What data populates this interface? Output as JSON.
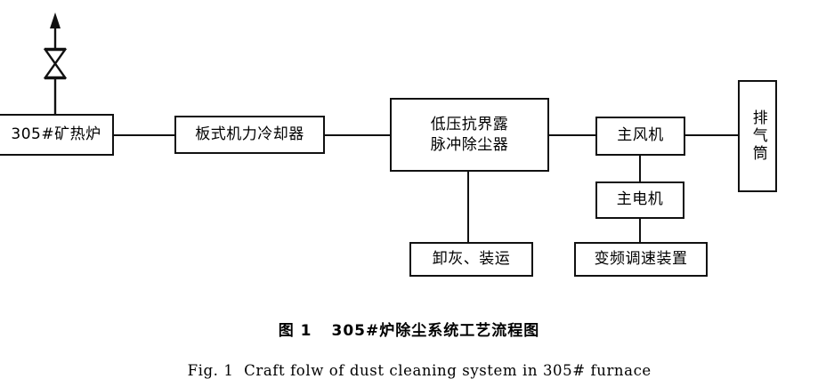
{
  "diagram": {
    "title_cn_fig_no": "图 1",
    "title_cn_text": "305#炉除尘系统工艺流程图",
    "title_en": "Fig. 1  Craft folw of dust cleaning system in 305# furnace",
    "line_color": "#111111",
    "background_color": "#ffffff",
    "nodes": {
      "furnace": {
        "label": "305#矿热炉"
      },
      "cooler": {
        "label": "板式机力冷却器"
      },
      "dust_collector": {
        "label": "低压抗界露\n脉冲除尘器"
      },
      "main_fan": {
        "label": "主风机"
      },
      "exhaust_stack": {
        "label": "排气筒"
      },
      "main_motor": {
        "label": "主电机"
      },
      "vfd": {
        "label": "变频调速装置"
      },
      "ash_handling": {
        "label": "卸灰、装运"
      }
    },
    "symbols": {
      "relief_valve": "valve-bowtie-icon",
      "vent_arrow": "up-arrow-icon"
    }
  }
}
